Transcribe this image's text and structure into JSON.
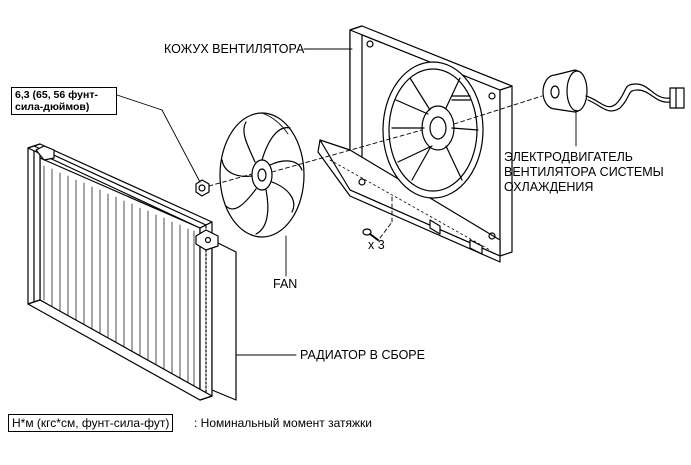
{
  "labels": {
    "fan_shroud": "КОЖУХ ВЕНТИЛЯТОРА",
    "torque_line1": "6,3 (65, 56 фунт-",
    "torque_line2": "сила-дюймов)",
    "motor_line1": "ЭЛЕКТРОДВИГАТЕЛЬ",
    "motor_line2": "ВЕНТИЛЯТОРА СИСТЕМЫ",
    "motor_line3": "ОХЛАЖДЕНИЯ",
    "screw_qty": "x 3",
    "fan": "FAN",
    "radiator": "РАДИАТОР В СБОРЕ"
  },
  "legend": {
    "unit": "Н*м (кгс*см, фунт-сила-фут)",
    "description": ": Номинальный момент затяжки"
  }
}
